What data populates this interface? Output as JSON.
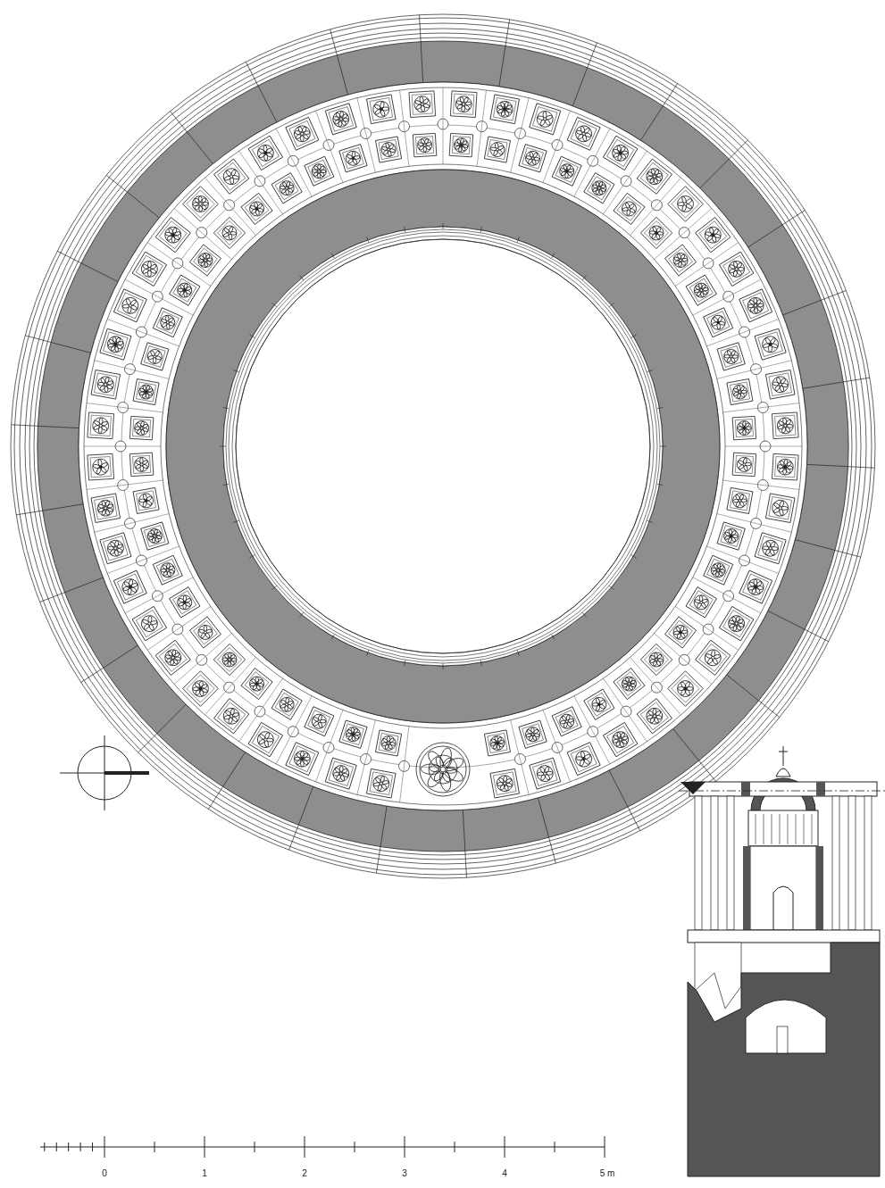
{
  "diagram": {
    "labels": [
      "0",
      "1",
      "2",
      "3",
      "4",
      "5 m"
    ]
  }
}
